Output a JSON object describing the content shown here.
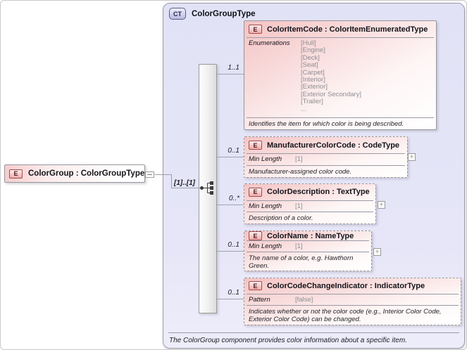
{
  "diagram": {
    "complex_type": {
      "badge": "CT",
      "name": "ColorGroupType",
      "annotation": "The ColorGroup component provides color information about a specific item."
    },
    "root_element": {
      "badge": "E",
      "label": "ColorGroup : ColorGroupType",
      "cardinality": "[1]..[1]"
    },
    "elements": [
      {
        "badge": "E",
        "title": "ColorItemCode : ColorItemEnumeratedType",
        "cardinality": "1..1",
        "facet_label": "Enumerations",
        "facet_values": [
          "[Hull]",
          "[Engine]",
          "[Deck]",
          "[Seat]",
          "[Carpet]",
          "[Interior]",
          "[Exterior]",
          "[Exterior Secondary]",
          "[Trailer]",
          "..."
        ],
        "annotation": "Identifies the item for which color is being described."
      },
      {
        "badge": "E",
        "title": "ManufacturerColorCode : CodeType",
        "cardinality": "0..1",
        "facet_label": "Min Length",
        "facet_values": [
          "[1]"
        ],
        "annotation": "Manufacturer-assigned color code.",
        "expand_glyph": "+"
      },
      {
        "badge": "E",
        "title": "ColorDescription : TextType",
        "cardinality": "0..*",
        "facet_label": "Min Length",
        "facet_values": [
          "[1]"
        ],
        "annotation": "Description of a color.",
        "expand_glyph": "+"
      },
      {
        "badge": "E",
        "title": "ColorName : NameType",
        "cardinality": "0..1",
        "facet_label": "Min Length",
        "facet_values": [
          "[1]"
        ],
        "annotation": "The name of a color, e.g. Hawthorn Green.",
        "expand_glyph": "+"
      },
      {
        "badge": "E",
        "title": "ColorCodeChangeIndicator : IndicatorType",
        "cardinality": "0..1",
        "facet_label": "Pattern",
        "facet_values": [
          "[false]"
        ],
        "annotation": "Indicates whether or not the color code (e.g., Interior Color Code, Exterior Color Code) can be changed."
      }
    ],
    "colors": {
      "container_fill": "#e2e2f6",
      "element_fill": "#f4c3c3",
      "border_gray": "#9a9a9a",
      "badge_border_red": "#a34a4a",
      "connector_line": "#9f9fa6"
    }
  }
}
